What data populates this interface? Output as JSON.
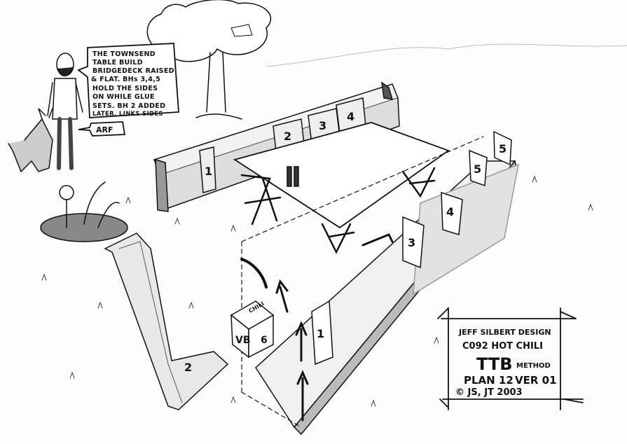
{
  "speech_bubble": {
    "lines": [
      "THE TOWNSEND",
      "TABLE BUILD",
      "BRIDGEDECK RAISED",
      "& FLAT. BHs 3,4,5",
      "HOLD THE SIDES",
      "ON WHILE GLUE",
      "SETS. BH 2 ADDED",
      "LATER, LINKS SIDES"
    ]
  },
  "dog_bubble": {
    "text": "ARF"
  },
  "title_block": {
    "designer": "JEFF SILBERT DESIGN",
    "boat": "C092 HOT CHILI",
    "method_big": "TTB",
    "method_small": "METHOD",
    "plan": "PLAN 12",
    "version": "VER 01",
    "copyright": "© JS, JT 2003"
  },
  "crate": {
    "top": "CHILI",
    "side": "VB",
    "side2": "6"
  },
  "panel_labels": [
    "1",
    "2",
    "3",
    "4",
    "5",
    "5",
    "4",
    "3",
    "1",
    "2"
  ],
  "colors": {
    "ink": "#111111",
    "paper": "#fdfdfd",
    "shade": "#8a8a8a"
  }
}
